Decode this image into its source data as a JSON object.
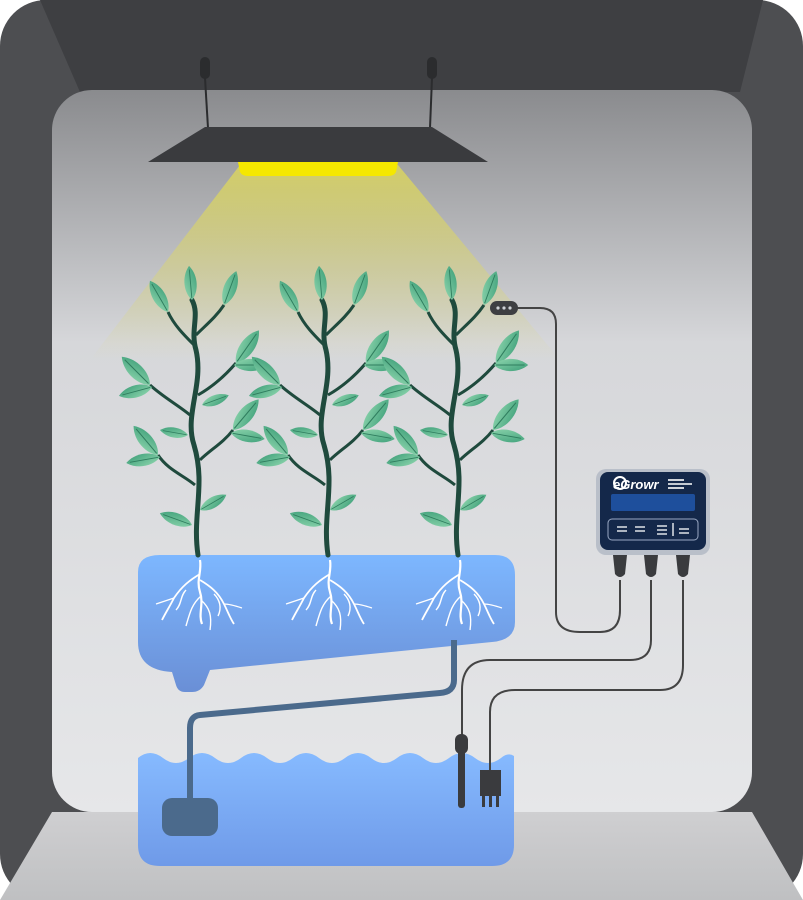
{
  "controller": {
    "brand": "eGrowr",
    "port_count": 3,
    "button_count": 4
  },
  "plants": {
    "count": 3
  },
  "colors": {
    "tent_frame": "#4d4e51",
    "tent_wall": "#dcdde0",
    "lamp_hood": "#3a3b3e",
    "light": "#f5e800",
    "water": "#7db3fd",
    "pipe": "#4b6a8c",
    "leaf": "#5bbd8f",
    "stem": "#1f4a3d",
    "root": "#ffffff",
    "controller_body": "#14284a",
    "cable": "#444444"
  }
}
